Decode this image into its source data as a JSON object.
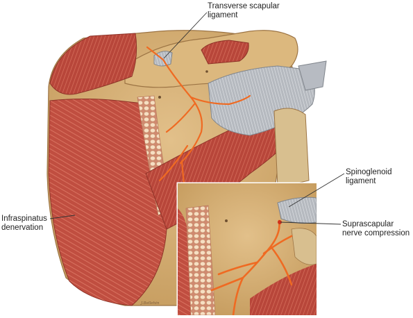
{
  "labels": {
    "transverse_scapular": [
      "Transverse scapular",
      "ligament"
    ],
    "spinoglenoid": [
      "Spinoglenoid",
      "ligament"
    ],
    "suprascapular": [
      "Suprascapular",
      "nerve compression"
    ],
    "infraspinatus": [
      "Infraspinatus",
      "denervation"
    ]
  },
  "signature": "J.Bellehin",
  "colors": {
    "background": "#ffffff",
    "bone": "#d8b47a",
    "bone_dark": "#b8925a",
    "muscle": "#b8463a",
    "muscle_light": "#d26a58",
    "nerve": "#f0641e",
    "ligament": "#a9adb3",
    "fat": "#f3dcc0",
    "leader_line": "#333333"
  }
}
